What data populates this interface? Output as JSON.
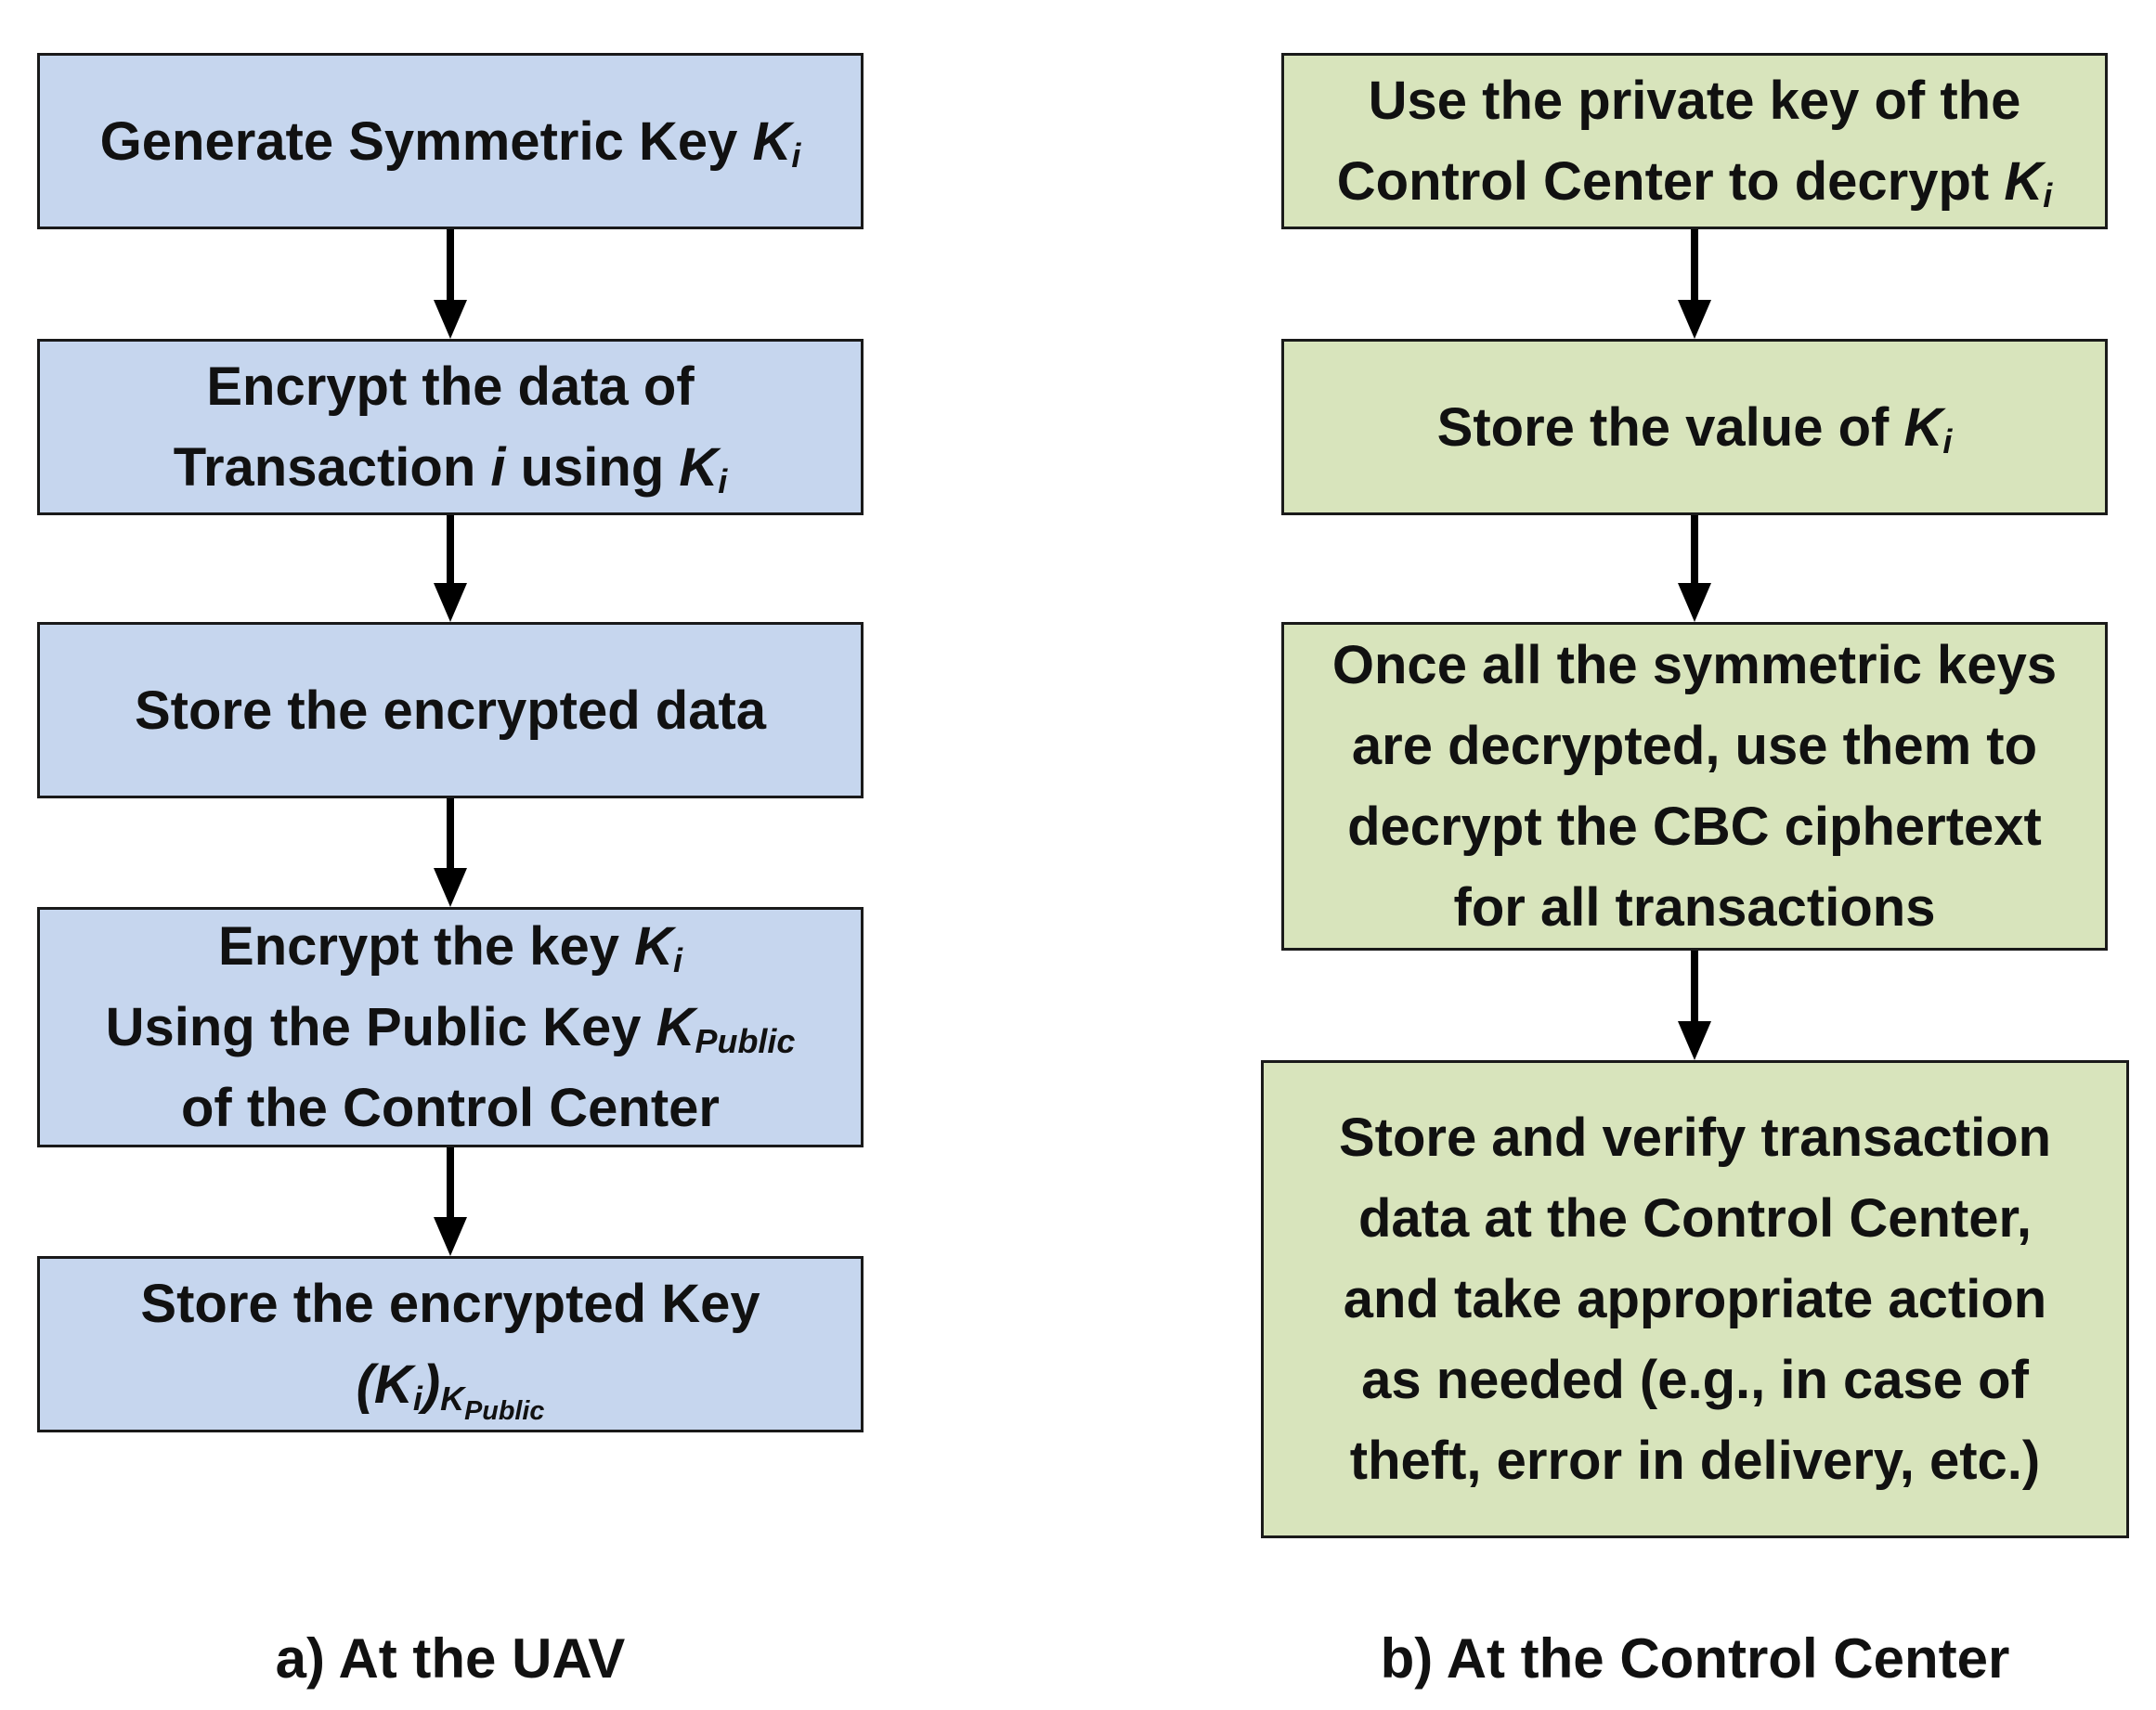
{
  "uav": {
    "steps": [
      {
        "lines": [
          {
            "text": "Generate Symmetric Key ",
            "math": "K",
            "sub": "i"
          }
        ]
      },
      {
        "lines": [
          {
            "text": "Encrypt the data of"
          },
          {
            "text": "Transaction ",
            "math": "i",
            "after": " using ",
            "math2": "K",
            "sub2": "i"
          }
        ]
      },
      {
        "lines": [
          {
            "text": "Store the encrypted data"
          }
        ]
      },
      {
        "lines": [
          {
            "text": "Encrypt the key ",
            "math": "K",
            "sub": "i"
          },
          {
            "text": "Using the Public Key ",
            "math": "K",
            "sub": "Public"
          },
          {
            "text": "of the Control Center"
          }
        ]
      },
      {
        "lines": [
          {
            "text": "Store the encrypted Key"
          },
          {
            "text": "",
            "math": "(K",
            "sub": "i",
            "after_math": ")",
            "sub3": "K",
            "sub3b": "Public"
          }
        ]
      }
    ],
    "caption": "a) At the UAV"
  },
  "control_center": {
    "steps": [
      {
        "lines": [
          {
            "text": "Use the private key of the"
          },
          {
            "text": "Control Center to decrypt ",
            "math": "K",
            "sub": "i"
          }
        ]
      },
      {
        "lines": [
          {
            "text": "Store the value of ",
            "math": "K",
            "sub": "i"
          }
        ]
      },
      {
        "lines": [
          {
            "text": "Once all the symmetric keys"
          },
          {
            "text": "are decrypted, use them to"
          },
          {
            "text": "decrypt the CBC ciphertext"
          },
          {
            "text": "for all transactions"
          }
        ]
      },
      {
        "lines": [
          {
            "text": "Store and verify transaction"
          },
          {
            "text": "data at the Control Center,"
          },
          {
            "text": "and take appropriate action"
          },
          {
            "text": "as needed (e.g., in case of"
          },
          {
            "text": "theft, error in delivery, etc.)"
          }
        ]
      }
    ],
    "caption": "b) At the Control Center"
  },
  "colors": {
    "uav_box": "#c6d6ee",
    "control_center_box": "#d8e4bc",
    "border": "#1a1a1a",
    "arrow": "#000000"
  }
}
